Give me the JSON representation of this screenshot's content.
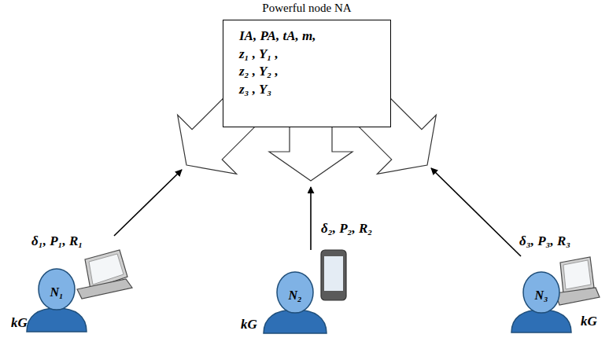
{
  "diagram": {
    "nodes": [
      {
        "text": [
          "Powerful node NA",
          "IA, PA, tA, m,",
          "z₁ , Y₁ ,",
          "z₂ , Y₂ ,",
          "z₃ , Y₃"
        ]
      },
      {
        "text": [
          "N₁"
        ]
      },
      {
        "text": [
          "N₂"
        ]
      },
      {
        "text": [
          "N₃"
        ]
      }
    ],
    "edges": [
      {
        "from": 1,
        "to": 0,
        "arrow": "to",
        "label": "δ₁, P₁, R₁"
      },
      {
        "from": 2,
        "to": 0,
        "arrow": "to",
        "label": "δ₂, P₂, R₂"
      },
      {
        "from": 3,
        "to": 0,
        "arrow": "to",
        "label": "δ₃, P₃, R₃"
      }
    ],
    "labels": [
      "kG",
      "kG",
      "kG"
    ]
  }
}
